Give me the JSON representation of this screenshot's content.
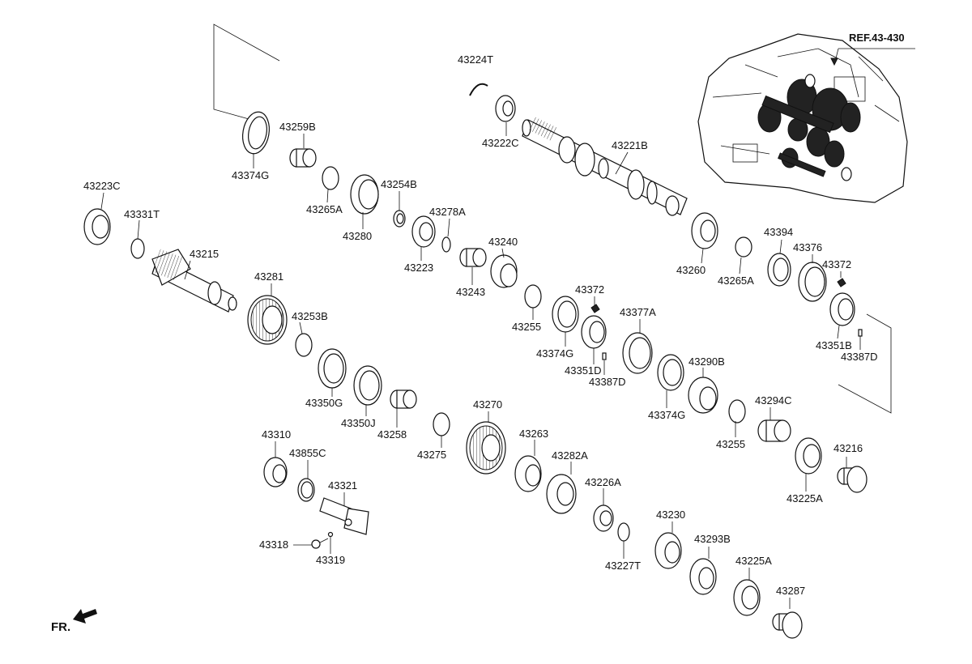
{
  "reference": {
    "label": "REF.43-430"
  },
  "direction": {
    "label": "FR."
  },
  "parts": [
    {
      "id": "p1",
      "label": "43374G"
    },
    {
      "id": "p2",
      "label": "43259B"
    },
    {
      "id": "p3",
      "label": "43223C"
    },
    {
      "id": "p4",
      "label": "43331T"
    },
    {
      "id": "p5",
      "label": "43215"
    },
    {
      "id": "p6",
      "label": "43265A"
    },
    {
      "id": "p7",
      "label": "43280"
    },
    {
      "id": "p8",
      "label": "43254B"
    },
    {
      "id": "p9",
      "label": "43278A"
    },
    {
      "id": "p10",
      "label": "43223"
    },
    {
      "id": "p11",
      "label": "43224T"
    },
    {
      "id": "p12",
      "label": "43222C"
    },
    {
      "id": "p13",
      "label": "43221B"
    },
    {
      "id": "p14",
      "label": "43240"
    },
    {
      "id": "p15",
      "label": "43243"
    },
    {
      "id": "p16",
      "label": "43281"
    },
    {
      "id": "p17",
      "label": "43253B"
    },
    {
      "id": "p18",
      "label": "43255"
    },
    {
      "id": "p19",
      "label": "43372"
    },
    {
      "id": "p20",
      "label": "43374G"
    },
    {
      "id": "p21",
      "label": "43351D"
    },
    {
      "id": "p22",
      "label": "43387D"
    },
    {
      "id": "p23",
      "label": "43377A"
    },
    {
      "id": "p24",
      "label": "43260"
    },
    {
      "id": "p25",
      "label": "43265A"
    },
    {
      "id": "p26",
      "label": "43394"
    },
    {
      "id": "p27",
      "label": "43376"
    },
    {
      "id": "p28",
      "label": "43372"
    },
    {
      "id": "p29",
      "label": "43351B"
    },
    {
      "id": "p30",
      "label": "43387D"
    },
    {
      "id": "p31",
      "label": "43350G"
    },
    {
      "id": "p32",
      "label": "43350J"
    },
    {
      "id": "p33",
      "label": "43258"
    },
    {
      "id": "p34",
      "label": "43290B"
    },
    {
      "id": "p35",
      "label": "43374G"
    },
    {
      "id": "p36",
      "label": "43294C"
    },
    {
      "id": "p37",
      "label": "43255"
    },
    {
      "id": "p38",
      "label": "43270"
    },
    {
      "id": "p39",
      "label": "43275"
    },
    {
      "id": "p40",
      "label": "43263"
    },
    {
      "id": "p41",
      "label": "43282A"
    },
    {
      "id": "p42",
      "label": "43226A"
    },
    {
      "id": "p43",
      "label": "43216"
    },
    {
      "id": "p44",
      "label": "43225A"
    },
    {
      "id": "p45",
      "label": "43310"
    },
    {
      "id": "p46",
      "label": "43855C"
    },
    {
      "id": "p47",
      "label": "43321"
    },
    {
      "id": "p48",
      "label": "43318"
    },
    {
      "id": "p49",
      "label": "43319"
    },
    {
      "id": "p50",
      "label": "43227T"
    },
    {
      "id": "p51",
      "label": "43230"
    },
    {
      "id": "p52",
      "label": "43293B"
    },
    {
      "id": "p53",
      "label": "43225A"
    },
    {
      "id": "p54",
      "label": "43287"
    }
  ]
}
